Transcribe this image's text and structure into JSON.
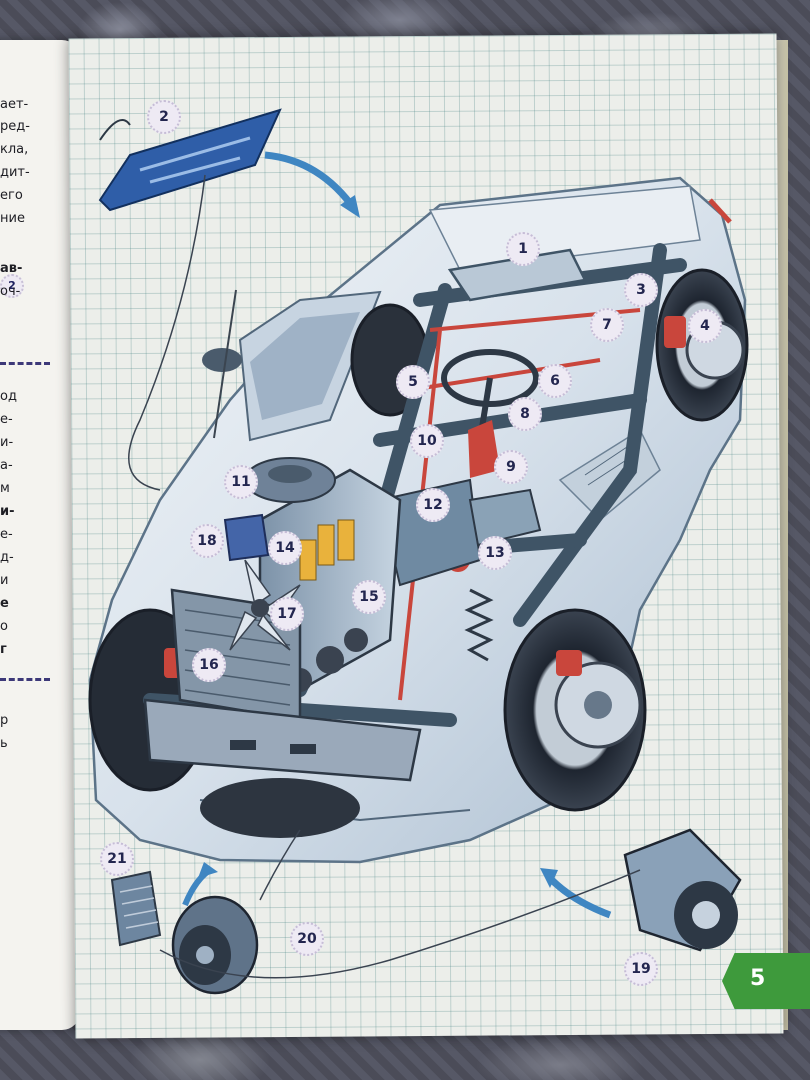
{
  "left_page": {
    "fragments": [
      {
        "text": "ает-",
        "bold": false
      },
      {
        "text": "ред-",
        "bold": false
      },
      {
        "text": "кла,",
        "bold": false
      },
      {
        "text": "дит-",
        "bold": false
      },
      {
        "text": "его",
        "bold": false
      },
      {
        "text": "ние",
        "bold": false
      },
      {
        "text": "ав-",
        "bold": true
      },
      {
        "text": "оч-",
        "bold": false
      },
      {
        "text": "од",
        "bold": false
      },
      {
        "text": "е-",
        "bold": false
      },
      {
        "text": "и-",
        "bold": false
      },
      {
        "text": "а-",
        "bold": false
      },
      {
        "text": "м",
        "bold": false
      },
      {
        "text": "и-",
        "bold": true
      },
      {
        "text": "е-",
        "bold": false
      },
      {
        "text": "д-",
        "bold": false
      },
      {
        "text": "и",
        "bold": false
      },
      {
        "text": "е",
        "bold": true
      },
      {
        "text": "о",
        "bold": false
      },
      {
        "text": "г",
        "bold": true
      },
      {
        "text": "р",
        "bold": false
      },
      {
        "text": "ь",
        "bold": false
      }
    ],
    "circle_label": "2"
  },
  "illustration": {
    "callouts": [
      "1",
      "2",
      "3",
      "4",
      "5",
      "6",
      "7",
      "8",
      "9",
      "10",
      "11",
      "12",
      "13",
      "14",
      "15",
      "16",
      "17",
      "18",
      "19",
      "20",
      "21"
    ]
  },
  "page_number": "5",
  "colors": {
    "grid_paper": "#eceeea",
    "grid_line": "#4c8c8c",
    "callout_fill": "#eeeaf4",
    "callout_text": "#23264f",
    "tab_green": "#3e9a3c",
    "car_body": "#dfe6ee",
    "car_shadow": "#7f95ad",
    "frame_dark": "#3f5466",
    "accent_red": "#c9463c",
    "arrow_blue": "#3f86c2"
  }
}
